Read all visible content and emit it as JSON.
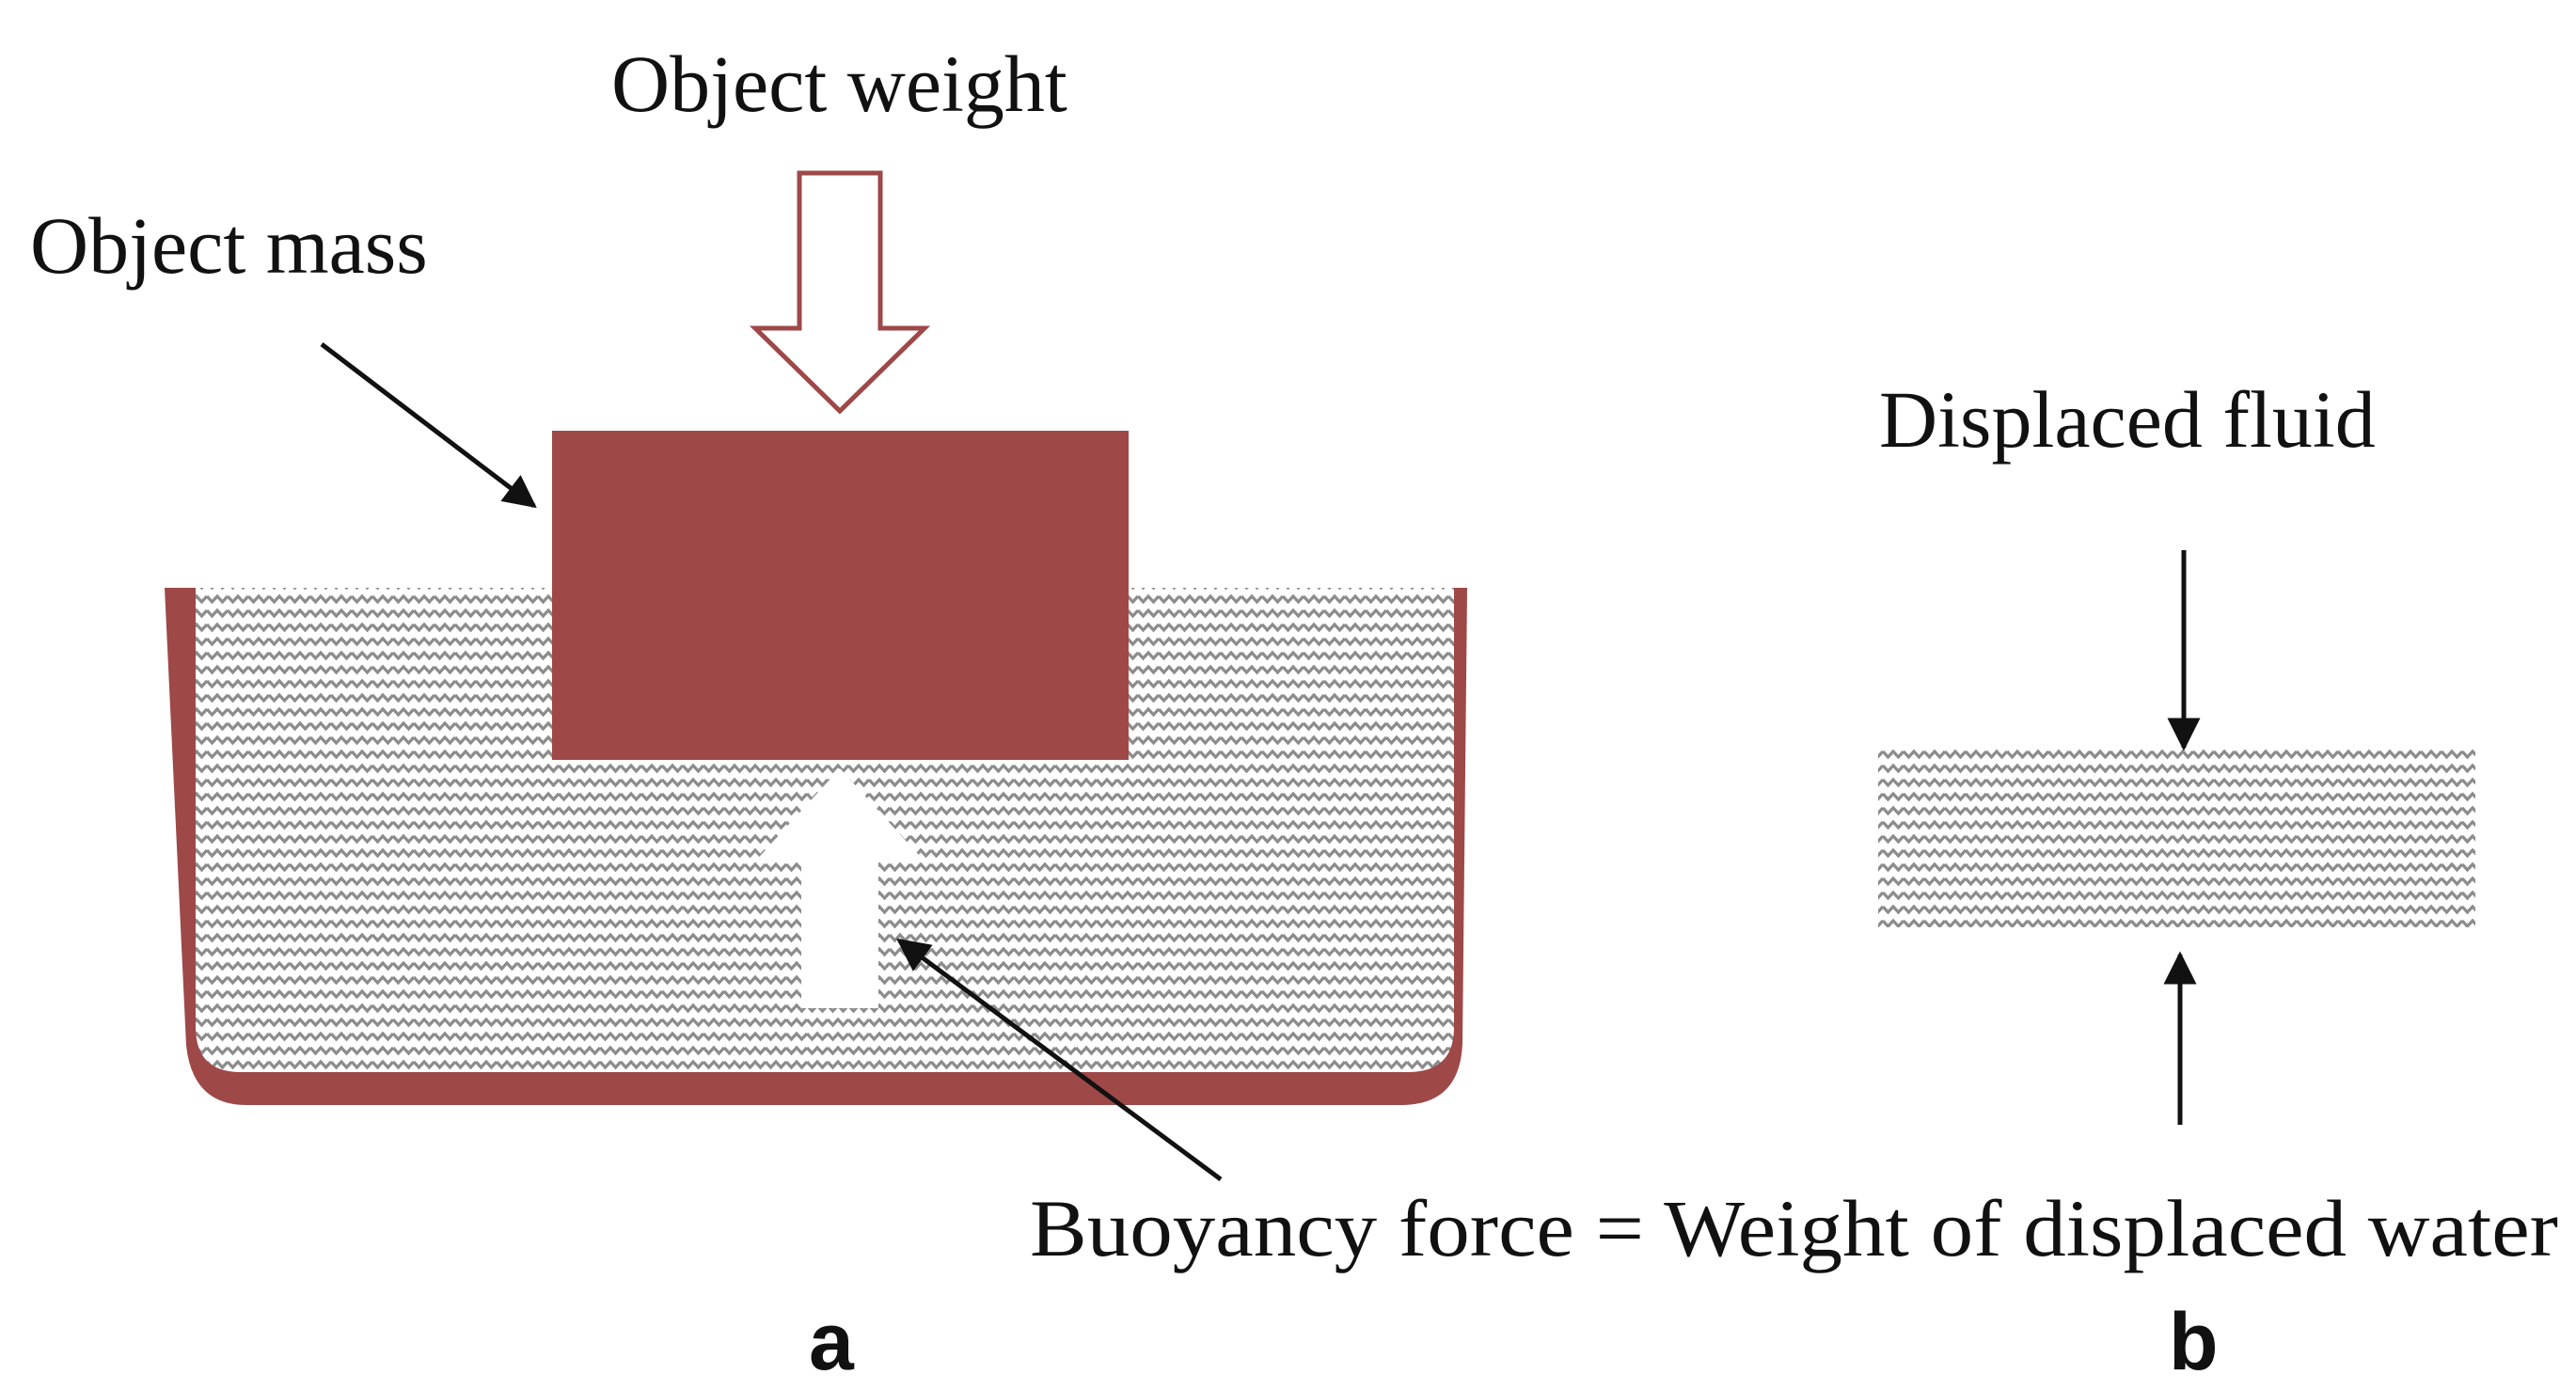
{
  "labels": {
    "object_weight": "Object weight",
    "object_mass": "Object mass",
    "displaced_fluid": "Displaced fluid",
    "buoyancy_force": "Buoyancy force = Weight of displaced water",
    "panel_a": "a",
    "panel_b": "b"
  },
  "colors": {
    "object": "#9e4848",
    "container": "#9e4848",
    "fluid_zigzag": "#8c8c8c",
    "arrow_outline": "#9e4848",
    "ink": "#111111",
    "background": "#ffffff"
  },
  "icons": {
    "weight_arrow": "hollow-down-arrow",
    "buoyancy_arrow": "hollow-up-arrow",
    "pointer": "black-arrow"
  }
}
